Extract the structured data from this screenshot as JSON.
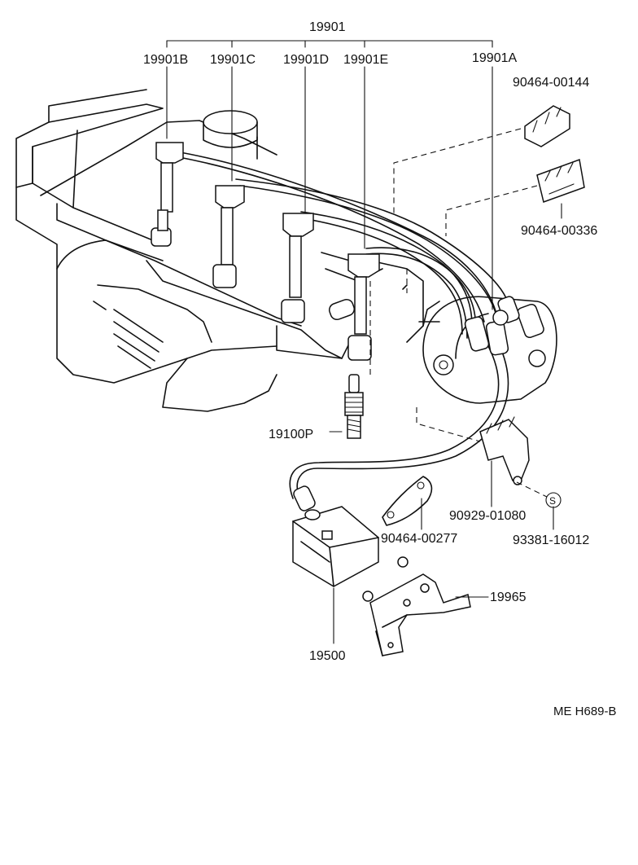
{
  "labels": {
    "assembly": "19901",
    "cable_a": "19901A",
    "cable_b": "19901B",
    "cable_c": "19901C",
    "cable_d": "19901D",
    "cable_e": "19901E",
    "clamp_top": "90464-00144",
    "clamp_mid": "90464-00336",
    "spark_plug": "19100P",
    "clamp_small": "90464-00277",
    "holder": "90929-01080",
    "screw": "93381-16012",
    "coil": "19500",
    "bracket": "19965",
    "screw_symbol": "S",
    "diagram_code": "ME H689-B"
  }
}
